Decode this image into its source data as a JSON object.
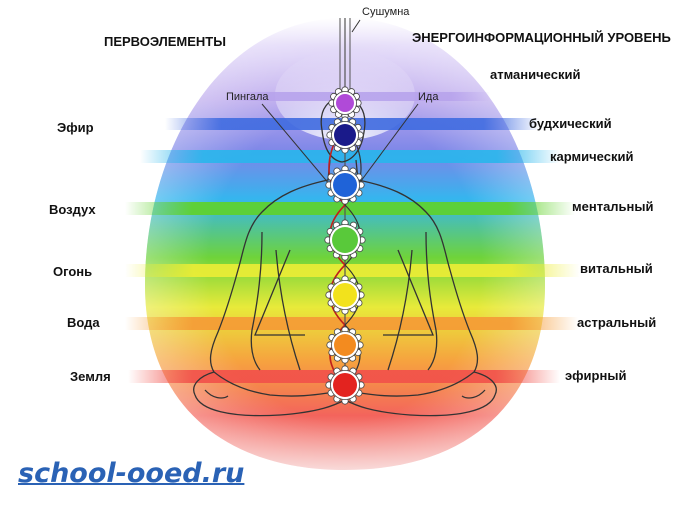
{
  "headings": {
    "left": "ПЕРВОЭЛЕМЕНТЫ",
    "right": "ЭНЕРГОИНФОРМАЦИОННЫЙ УРОВЕНЬ"
  },
  "channels": {
    "central": "Сушумна",
    "left": "Пингала",
    "right": "Ида"
  },
  "elements": [
    "Эфир",
    "Воздух",
    "Огонь",
    "Вода",
    "Земля"
  ],
  "levels": [
    "атманический",
    "будхический",
    "кармический",
    "ментальный",
    "витальный",
    "астральный",
    "эфирный"
  ],
  "chakra_colors": [
    "#b04ad8",
    "#1a1a8a",
    "#1f63d8",
    "#59c93a",
    "#f2e21c",
    "#f38b1f",
    "#e3231f"
  ],
  "band_colors": [
    "#b7a3ec",
    "#3f6be0",
    "#28b6ec",
    "#5fd228",
    "#eded35",
    "#f59a35",
    "#f1504a"
  ],
  "watermark": "school-ooed.ru"
}
